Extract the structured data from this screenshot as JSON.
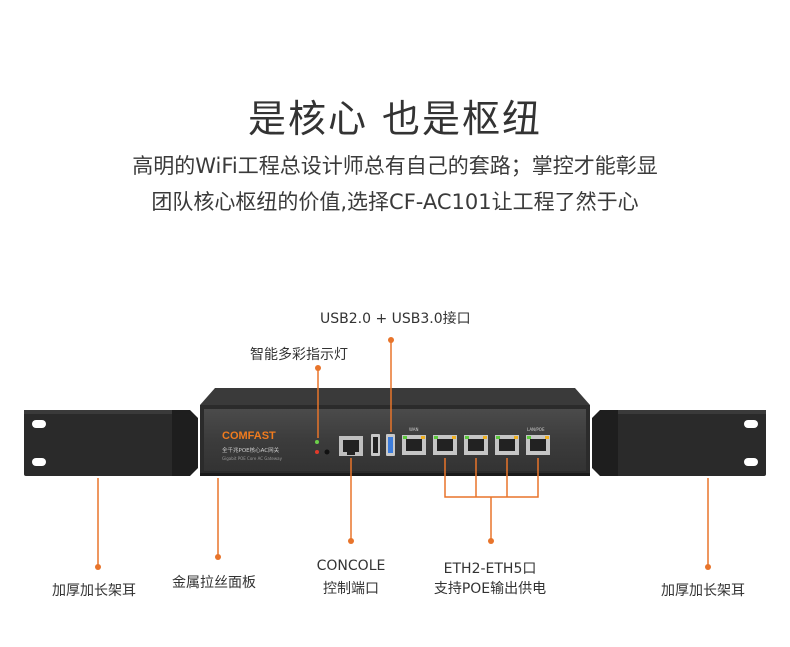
{
  "headline": "是核心  也是枢纽",
  "description": {
    "line1": "高明的WiFi工程总设计师总有自己的套路；掌控才能彰显",
    "line2": "团队核心枢纽的价值,选择CF-AC101让工程了然于心"
  },
  "device": {
    "brand": "COMFAST",
    "subtitle": "全千兆POE核心AC网关",
    "subtitle_en": "Gigabit POE Core AC Gateway",
    "port_wan": "WAN",
    "port_lan_poe": "LAN/POE"
  },
  "callouts": {
    "usb": "USB2.0 + USB3.0接口",
    "indicator": "智能多彩指示灯",
    "console_line1": "CONCOLE",
    "console_line2": "控制端口",
    "eth_line1": "ETH2-ETH5口",
    "eth_line2": "支持POE输出供电",
    "panel": "金属拉丝面板",
    "ear_left": "加厚加长架耳",
    "ear_right": "加厚加长架耳"
  },
  "colors": {
    "accent": "#e8742a",
    "device_body": "#2b2b2b",
    "port_green": "#5cc83c",
    "usb_blue": "#3d7ddc",
    "brand_orange": "#f07b1e"
  }
}
